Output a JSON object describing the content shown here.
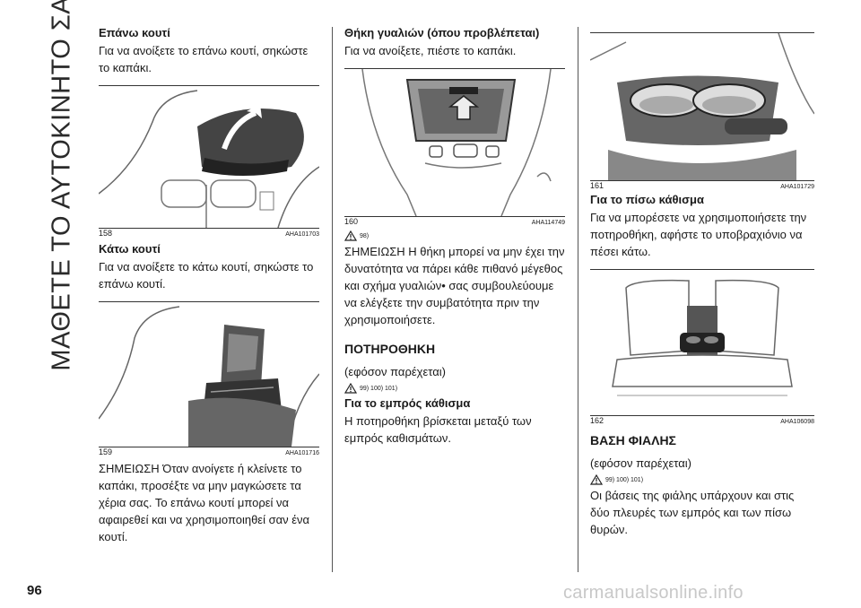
{
  "side_title": "ΜΑΘΕΤΕ ΤΟ ΑΥΤΟΚΙΝΗΤΟ ΣΑΣ",
  "page_number": "96",
  "watermark": "carmanualsonline.info",
  "col1": {
    "upper_title": "Επάνω κουτί",
    "upper_text": "Για να ανοίξετε το επάνω κουτί, σηκώστε το καπάκι.",
    "fig158": {
      "num": "158",
      "code": "AHA101703"
    },
    "lower_title": "Κάτω κουτί",
    "lower_text": "Για να ανοίξετε το κάτω κουτί, σηκώστε το επάνω κουτί.",
    "fig159": {
      "num": "159",
      "code": "AHA101716"
    },
    "note": "ΣΗΜΕΙΩΣΗ Όταν ανοίγετε ή κλείνετε το καπάκι, προσέξτε να μην μαγκώσετε τα χέρια σας. Το επάνω κουτί μπορεί να αφαιρεθεί και να χρησιμοποιηθεί σαν ένα κουτί."
  },
  "col2": {
    "glasses_title": "Θήκη γυαλιών (όπου προβλέπεται)",
    "glasses_text": "Για να ανοίξετε, πιέστε το καπάκι.",
    "fig160": {
      "num": "160",
      "code": "AHA114749"
    },
    "warn_ref1": "98)",
    "note": "ΣΗΜΕΙΩΣΗ Η θήκη μπορεί να μην έχει την δυνατότητα να πάρει κάθε πιθανό μέγεθος και σχήμα γυαλιών• σας συμβουλεύουμε να ελέγξετε την συμβατότητα πριν την χρησιμοποιήσετε.",
    "cupholder_heading": "ΠΟΤΗΡΟΘΗΚΗ",
    "cupholder_sub": "(εφόσον παρέχεται)",
    "warn_ref2": "99)  100)  101)",
    "front_title": "Για το εμπρός κάθισμα",
    "front_text": "Η ποτηροθήκη βρίσκεται μεταξύ των εμπρός καθισμάτων."
  },
  "col3": {
    "fig161": {
      "num": "161",
      "code": "AHA101729"
    },
    "rear_title": "Για το πίσω κάθισμα",
    "rear_text": "Για να μπορέσετε να χρησιμοποιήσετε την ποτηροθήκη, αφήστε το υποβραχιόνιο να πέσει κάτω.",
    "fig162": {
      "num": "162",
      "code": "AHA106098"
    },
    "bottle_heading": "ΒΑΣΗ ΦΙΑΛΗΣ",
    "bottle_sub": "(εφόσον παρέχεται)",
    "warn_ref3": "99)  100)  101)",
    "bottle_text": "Οι βάσεις της φιάλης υπάρχουν και στις δύο πλευρές των εμπρός και των πίσω θυρών."
  }
}
